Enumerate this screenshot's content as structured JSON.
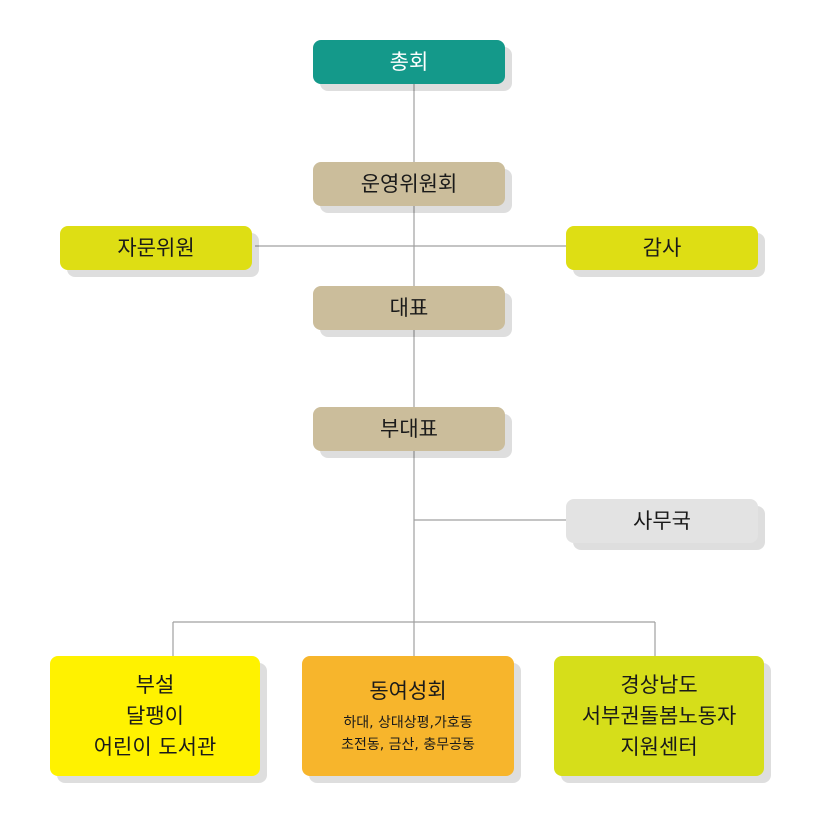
{
  "colors": {
    "general": "#14998a",
    "steering": "#cbbd9b",
    "advisor": "#dede14",
    "office": "#e3e3e3",
    "dept1": "#fff200",
    "dept2": "#f7b52c",
    "dept3": "#d6de1a",
    "line": "#999999"
  },
  "nodes": {
    "general_assembly": "총회",
    "steering_committee": "운영위원회",
    "advisors": "자문위원",
    "audit": "감사",
    "representative": "대표",
    "vice_representative": "부대표",
    "secretariat": "사무국",
    "dept_library": {
      "line1": "부설",
      "line2": "달팽이",
      "line3": "어린이 도서관"
    },
    "dept_alumni": {
      "title": "동여성회",
      "sub1": "하대, 상대상평,가호동",
      "sub2": "초전동, 금산, 충무공동"
    },
    "dept_center": {
      "line1": "경상남도",
      "line2": "서부권돌봄노동자",
      "line3": "지원센터"
    }
  }
}
